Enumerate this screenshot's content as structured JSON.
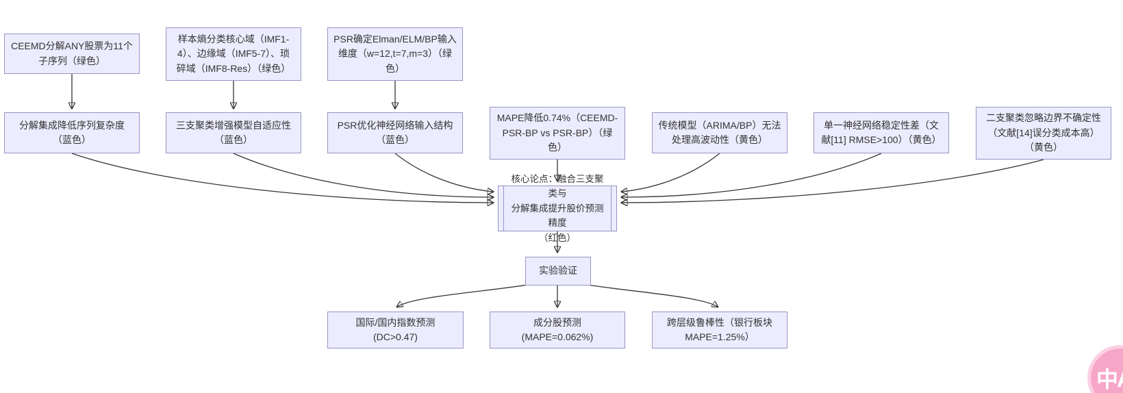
{
  "diagram": {
    "nodes": {
      "t1": {
        "label": "CEEMD分解ANY股票为11个\n子序列（绿色）"
      },
      "t2": {
        "label": "样本熵分类核心域（IMF1-\n4）、边缘域（IMF5-7）、琐\n碎域（IMF8-Res）（绿色）"
      },
      "t3": {
        "label": "PSR确定Elman/ELM/BP输入\n维度（w=12,t=7,m=3）（绿\n色）"
      },
      "m1": {
        "label": "分解集成降低序列复杂度\n（蓝色）"
      },
      "m2": {
        "label": "三支聚类增强模型自适应性\n（蓝色）"
      },
      "m3": {
        "label": "PSR优化神经网络输入结构\n（蓝色）"
      },
      "m4": {
        "label": "MAPE降低0.74%（CEEMD-\nPSR-BP vs PSR-BP）（绿\n色）"
      },
      "m5": {
        "label": "传统模型（ARIMA/BP）无法\n处理高波动性（黄色）"
      },
      "m6": {
        "label": "单一神经网络稳定性差（文\n献[11] RMSE>100）（黄色）"
      },
      "m7": {
        "label": "二支聚类忽略边界不确定性\n（文献[14]误分类成本高）\n（黄色）"
      },
      "core": {
        "label": "核心论点：融合三支聚类与\n分解集成提升股价预测精度\n（红色）"
      },
      "exp": {
        "label": "实验验证"
      },
      "b1": {
        "label": "国际/国内指数预测\n(DC>0.47)"
      },
      "b2": {
        "label": "成分股预测\n(MAPE=0.062%)"
      },
      "b3": {
        "label": "跨层级鲁棒性（银行板块\nMAPE=1.25%）"
      }
    },
    "colors": {
      "node_fill": "#ECECFF",
      "node_border": "#9992c4",
      "arrow": "#333333",
      "text": "#333333"
    }
  },
  "translate_badge": {
    "label": "中A",
    "color": "#f6a7c8"
  }
}
